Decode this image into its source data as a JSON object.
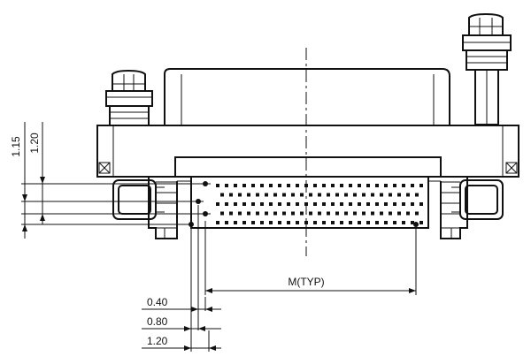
{
  "dimensions": {
    "v_1": "1.15",
    "v_2": "1.20",
    "h_1": "0.40",
    "h_2": "0.80",
    "h_3": "1.20",
    "pitch": "M(TYP)"
  },
  "pin_grid": {
    "rows": 5,
    "columns": 24
  }
}
